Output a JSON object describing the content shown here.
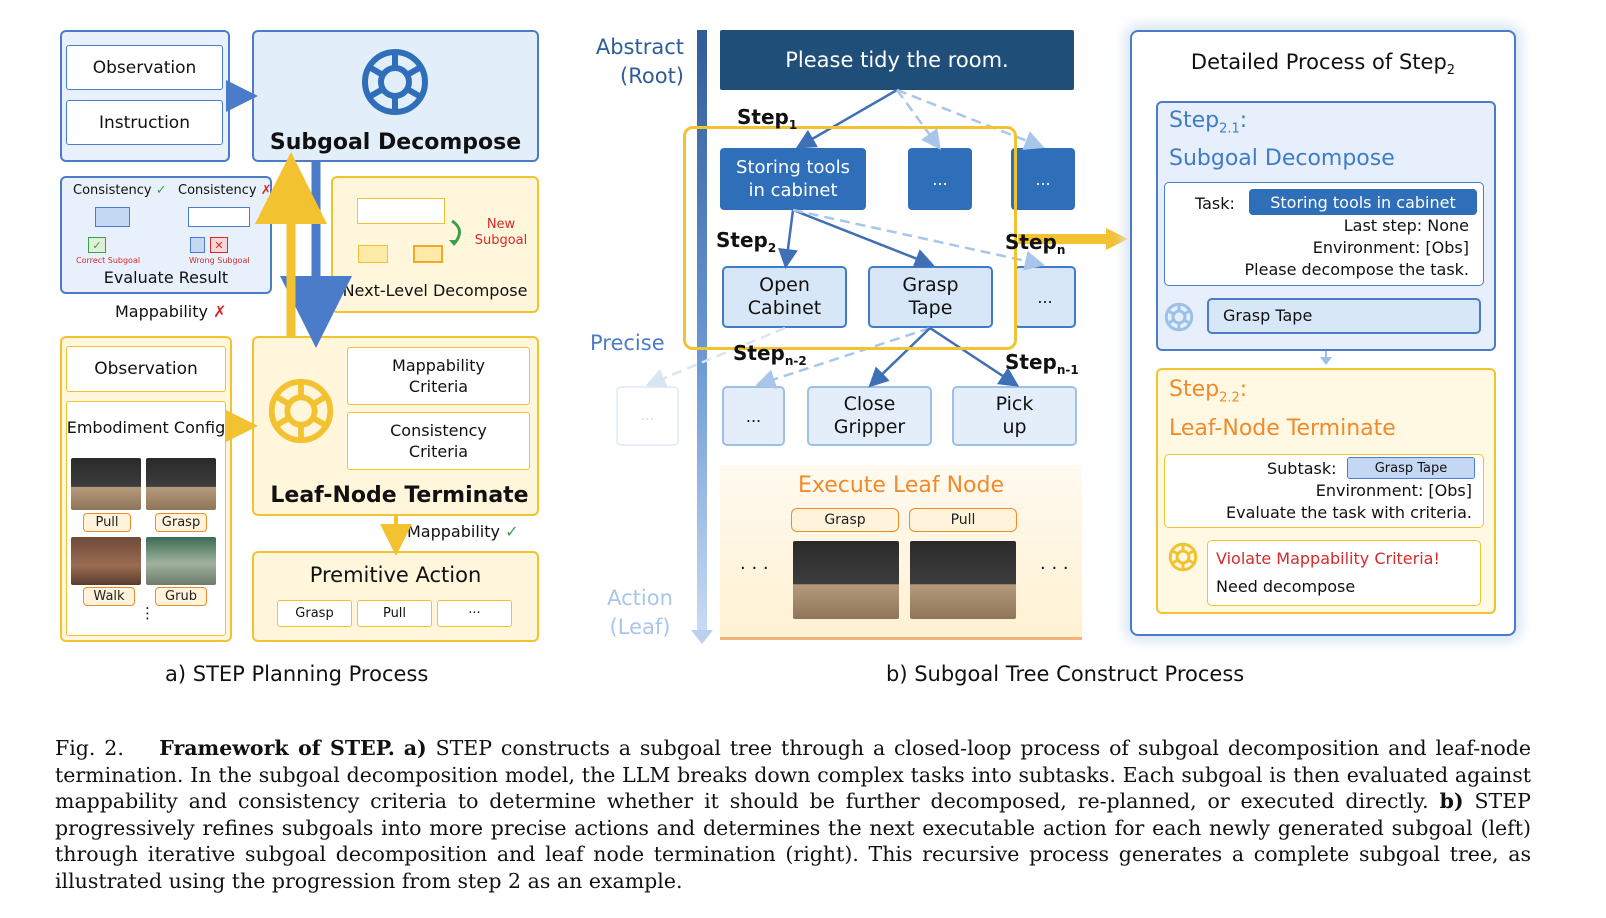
{
  "panel_a": {
    "observation_top": "Observation",
    "instruction": "Instruction",
    "subgoal_decompose": "Subgoal Decompose",
    "consistency_ok": "Consistency",
    "consistency_ok_mark": "✓",
    "consistency_bad": "Consistency",
    "consistency_bad_mark": "✗",
    "correct_subgoal": "Correct Subgoal",
    "wrong_subgoal": "Wrong Subgoal",
    "evaluate_result": "Evaluate Result",
    "new_subgoal": "New Subgoal",
    "next_level_decompose": "Next-Level Decompose",
    "mappability_bad": "Mappability",
    "mappability_bad_mark": "✗",
    "observation_bottom": "Observation",
    "embodiment_config": "Embodiment Config",
    "skills": [
      "Pull",
      "Grasp",
      "Walk",
      "Grub"
    ],
    "skills_more": "⋮",
    "mappability_criteria": "Mappability Criteria",
    "consistency_criteria": "Consistency Criteria",
    "leaf_node_terminate": "Leaf-Node Terminate",
    "mappability_ok": "Mappability",
    "mappability_ok_mark": "✓",
    "premitive_action": "Premitive Action",
    "actions": [
      "Grasp",
      "Pull",
      "···"
    ],
    "label": "a) STEP Planning Process"
  },
  "panel_b": {
    "abstract_label": "Abstract (Root)",
    "precise_label": "Precise",
    "action_label": "Action (Leaf)",
    "root_task": "Please tidy the room.",
    "step1": "Step",
    "step1_sub": "1",
    "step2": "Step",
    "step2_sub": "2",
    "stepn": "Step",
    "stepn_sub": "n",
    "stepn2": "Step",
    "stepn2_sub": "n-2",
    "stepn1": "Step",
    "stepn1_sub": "n-1",
    "storing_tools": "Storing tools in cabinet",
    "ellipsis": "...",
    "open_cabinet": "Open Cabinet",
    "grasp_tape": "Grasp Tape",
    "close_gripper": "Close Gripper",
    "pick_up": "Pick up",
    "execute_leaf_node": "Execute Leaf Node",
    "exec_chips": [
      "Grasp",
      "Pull"
    ],
    "dots": "· · ·",
    "label": "b) Subgoal Tree Construct Process"
  },
  "panel_c": {
    "title": "Detailed Process of Step",
    "title_sub": "2",
    "step21": "Step",
    "step21_sub": "2.1",
    "step21_suffix": ":",
    "subgoal_decompose": "Subgoal Decompose",
    "task_label": "Task:",
    "task_value": "Storing tools in cabinet",
    "last_step": "Last step: None",
    "environment": "Environment: [Obs]",
    "please_decompose": "Please decompose the task.",
    "grasp_tape": "Grasp Tape",
    "step22": "Step",
    "step22_sub": "2.2",
    "step22_suffix": ":",
    "leaf_node_terminate": "Leaf-Node Terminate",
    "subtask_label": "Subtask:",
    "subtask_value": "Grasp Tape",
    "environment2": "Environment: [Obs]",
    "evaluate": "Evaluate the task with criteria.",
    "violate": "Violate Mappability Criteria!",
    "need_decompose": "Need decompose"
  },
  "caption": {
    "fig": "Fig. 2.",
    "bold_title": "Framework of STEP.",
    "a_label": "a)",
    "a_text": "STEP constructs a subgoal tree through a closed-loop process of subgoal decomposition and leaf-node termination. In the subgoal decomposition model, the LLM breaks down complex tasks into subtasks. Each subgoal is then evaluated against mappability and consistency criteria to determine whether it should be further decomposed, re-planned, or executed directly.",
    "b_label": "b)",
    "b_text": "STEP progressively refines subgoals into more precise actions and determines the next executable action for each newly generated subgoal (left) through iterative subgoal decomposition and leaf node termination (right). This recursive process generates a complete subgoal tree, as illustrated using the progression from step 2 as an example."
  },
  "colors": {
    "blue": "#4a7cc9",
    "dark_blue": "#1f4e79",
    "node_blue": "#2f6fba",
    "yellow": "#f3c230",
    "orange": "#f08a2a",
    "red": "#d62a2a"
  },
  "icons": [
    "openai-logo-icon",
    "check-icon",
    "cross-icon",
    "curved-arrow-icon"
  ]
}
